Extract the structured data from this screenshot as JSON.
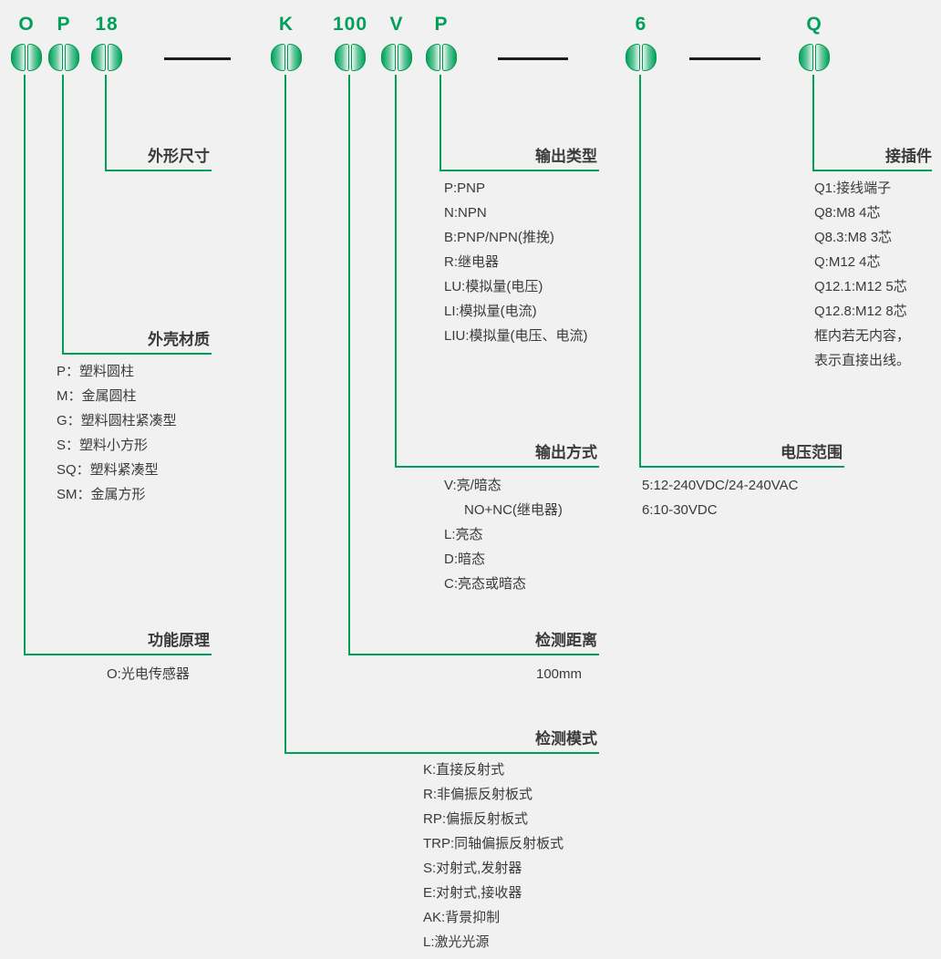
{
  "colors": {
    "accent_green": "#00A05A",
    "text": "#3A3A3A",
    "background": "#F1F1F2",
    "dash": "#1C1C1C"
  },
  "code": {
    "chars": [
      "O",
      "P",
      "18",
      "K",
      "100",
      "V",
      "P",
      "6",
      "Q"
    ]
  },
  "sections": {
    "size": {
      "title": "外形尺寸",
      "items": []
    },
    "housing": {
      "title": "外壳材质",
      "items": [
        "P：塑料圆柱",
        "M：金属圆柱",
        "G：塑料圆柱紧凑型",
        "S：塑料小方形",
        "SQ：塑料紧凑型",
        "SM：金属方形"
      ]
    },
    "principle": {
      "title": "功能原理",
      "items": [
        "O:光电传感器"
      ]
    },
    "output_type": {
      "title": "输出类型",
      "items": [
        "P:PNP",
        "N:NPN",
        "B:PNP/NPN(推挽)",
        "R:继电器",
        "LU:模拟量(电压)",
        "LI:模拟量(电流)",
        "LIU:模拟量(电压、电流)"
      ]
    },
    "output_mode": {
      "title": "输出方式",
      "items": [
        "V:亮/暗态",
        "NO+NC(继电器)",
        "L:亮态",
        "D:暗态",
        "C:亮态或暗态"
      ]
    },
    "distance": {
      "title": "检测距离",
      "items": [
        "100mm"
      ]
    },
    "detect_mode": {
      "title": "检测模式",
      "items": [
        "K:直接反射式",
        "R:非偏振反射板式",
        "RP:偏振反射板式",
        "TRP:同轴偏振反射板式",
        "S:对射式,发射器",
        "E:对射式,接收器",
        "AK:背景抑制",
        "L:激光光源"
      ]
    },
    "voltage": {
      "title": "电压范围",
      "items": [
        "5:12-240VDC/24-240VAC",
        "6:10-30VDC"
      ]
    },
    "connector": {
      "title": "接插件",
      "items": [
        "Q1:接线端子",
        "Q8:M8 4芯",
        "Q8.3:M8 3芯",
        "Q:M12 4芯",
        "Q12.1:M12 5芯",
        "Q12.8:M12 8芯",
        "框内若无内容，",
        "表示直接出线。"
      ]
    }
  }
}
